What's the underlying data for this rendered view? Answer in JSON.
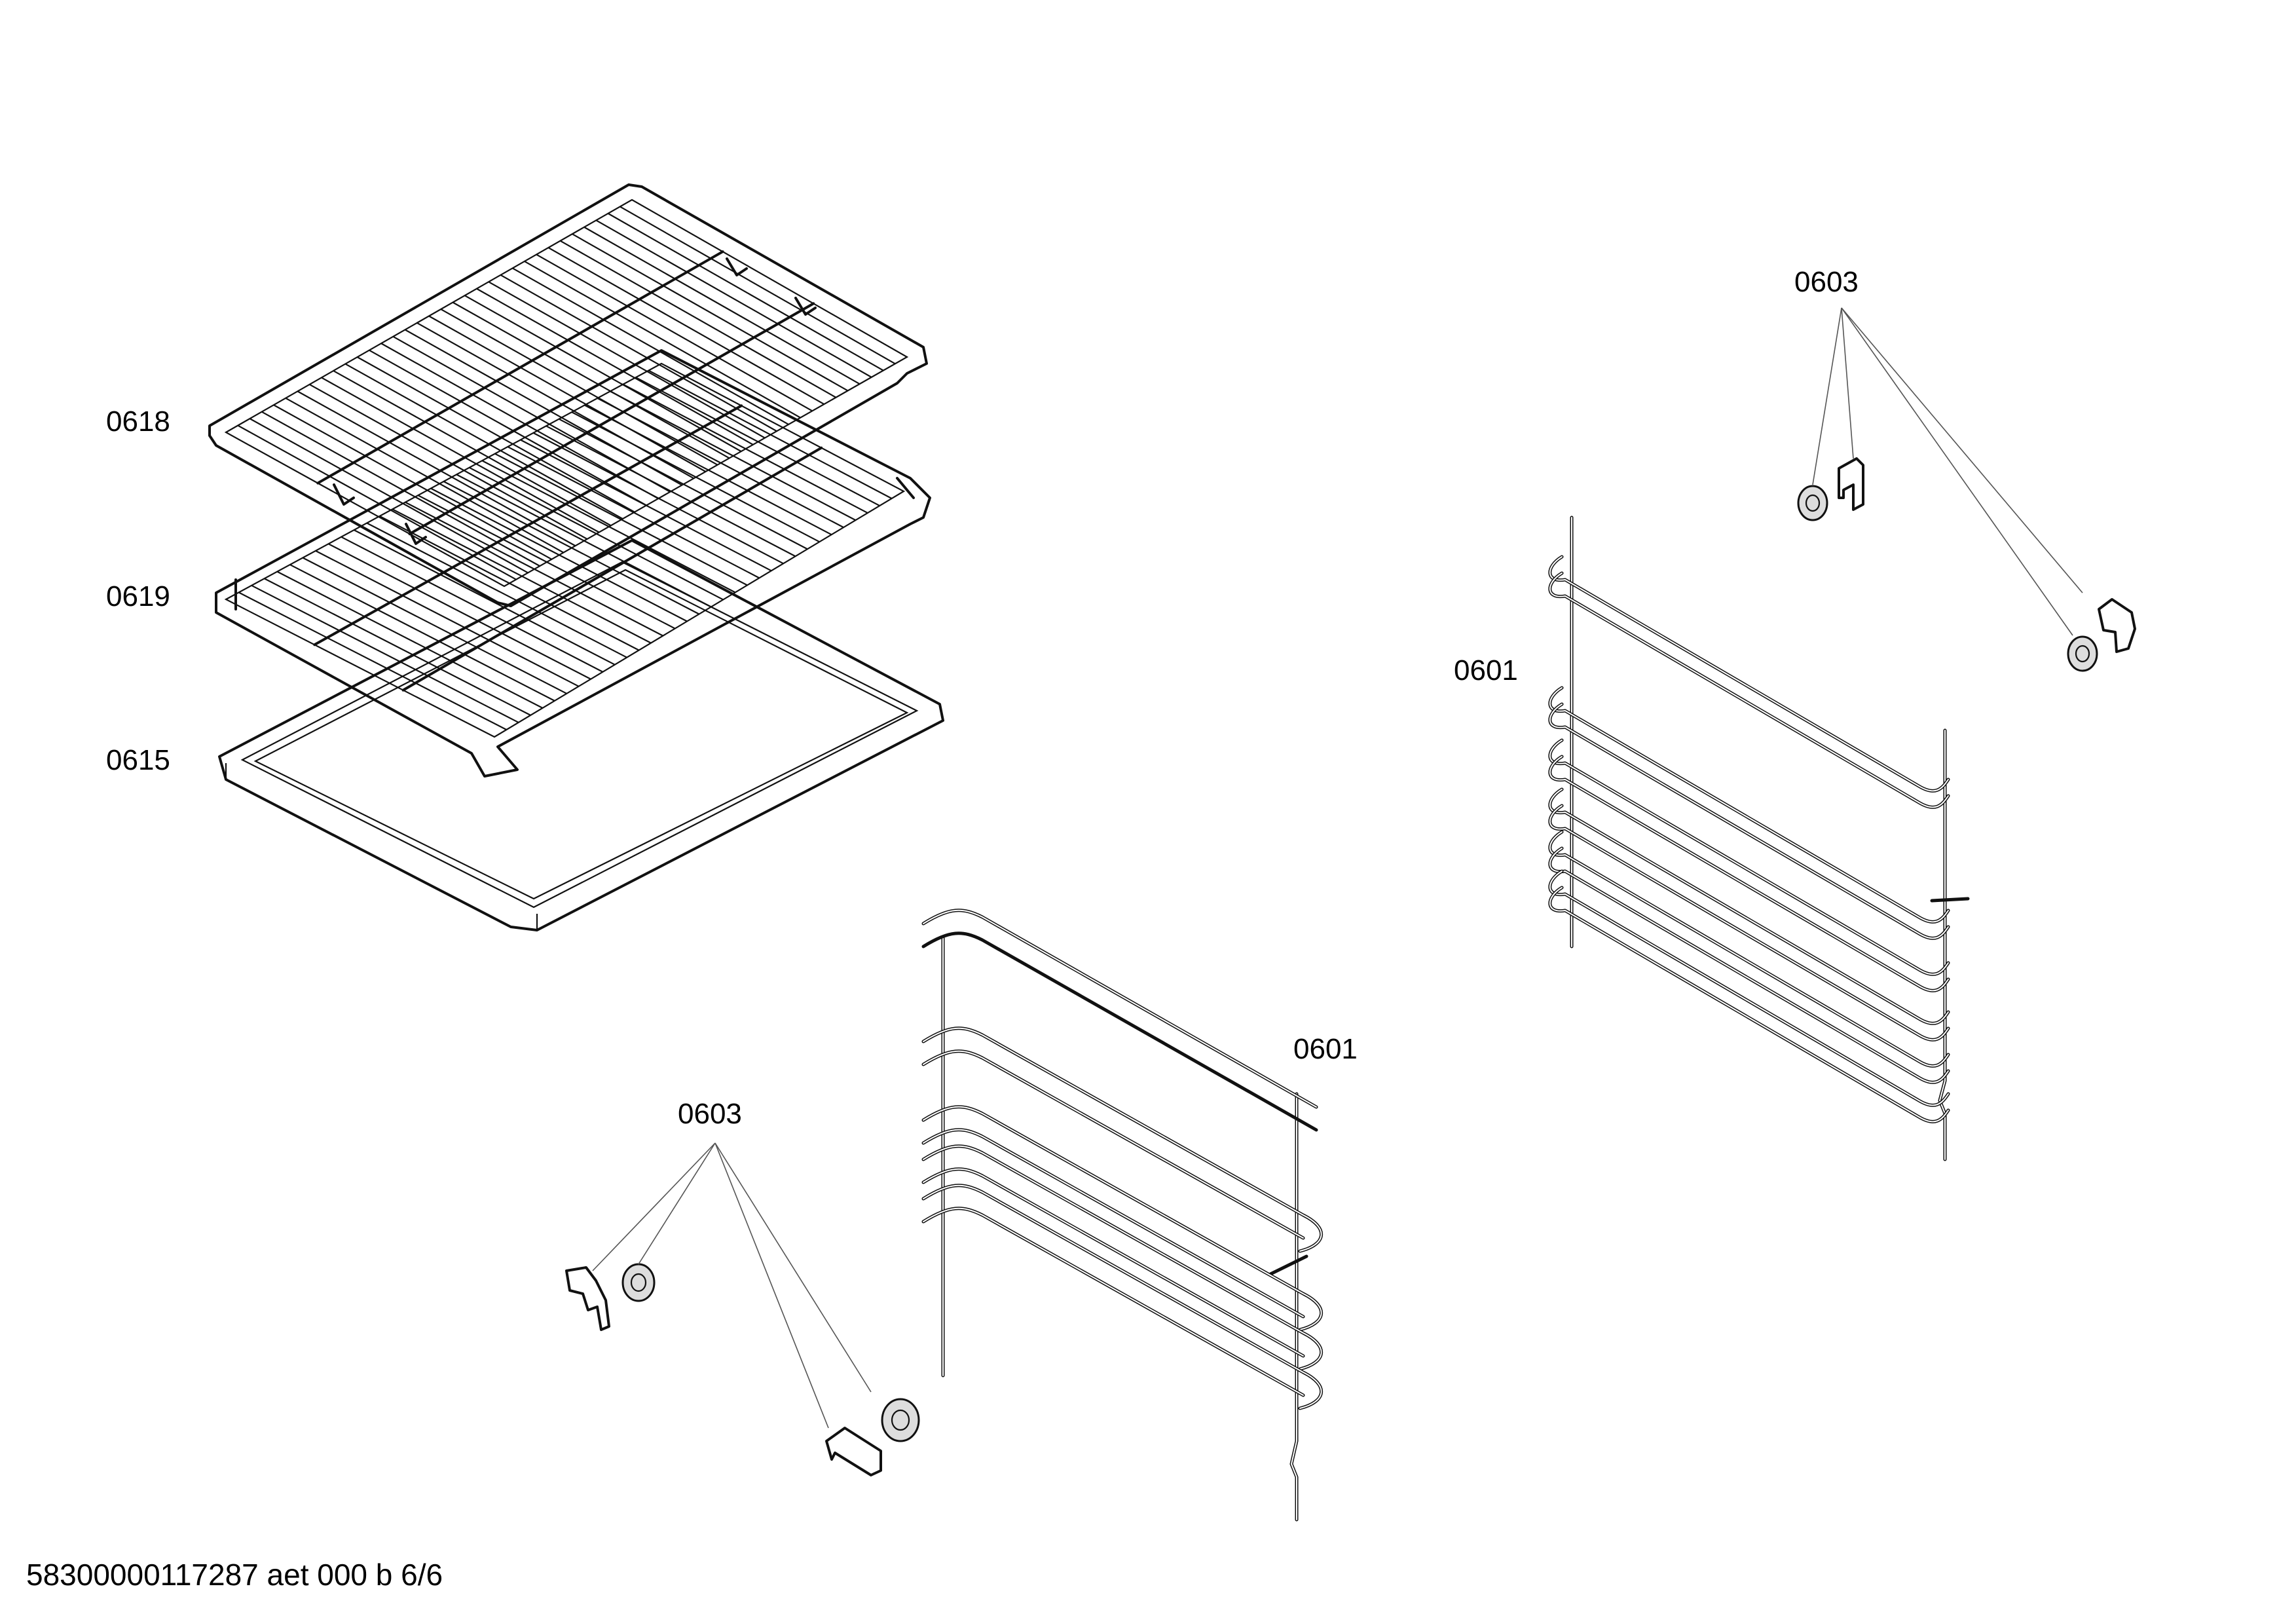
{
  "labels": {
    "rack_top": "0618",
    "rack_lower": "0619",
    "tray": "0615",
    "rail_right": "0601",
    "rail_center": "0601",
    "clips_right": "0603",
    "clips_left": "0603"
  },
  "footer": "58300000117287 aet 000 b 6/6"
}
